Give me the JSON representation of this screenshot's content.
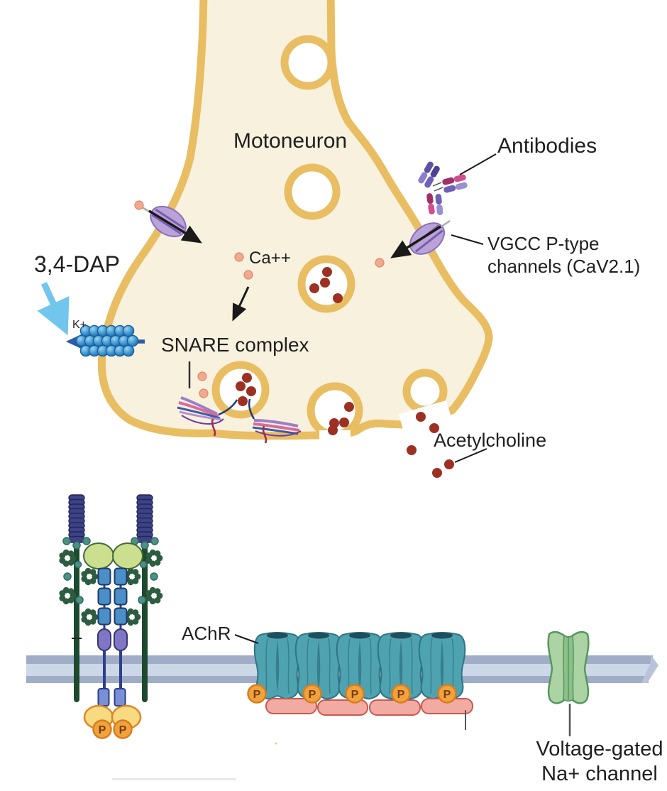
{
  "title": "Neuromuscular junction mechanism diagram",
  "labels": {
    "motoneuron": "Motoneuron",
    "antibodies": "Antibodies",
    "vgcc_line1": "VGCC  P-type",
    "vgcc_line2": "channels (CaV2.1)",
    "dap": "3,4-DAP",
    "k": "K+",
    "ca": "Ca++",
    "snare": "SNARE complex",
    "acetylcholine": "Acetylcholine",
    "achr": "AChR",
    "navg_line1": "Voltage-gated",
    "navg_line2": "Na+ channel",
    "phospho": "P"
  },
  "colors": {
    "membrane_gold": "#e9bd62",
    "cytoplasm_cream": "#f8f1de",
    "acetylcholine_dot": "#9c3123",
    "calcium_ion": "#f2a98e",
    "vgcc_purple": "#b9a3d8",
    "k_channel_blue": "#3f9ad2",
    "dap_arrow_blue": "#72c5ec",
    "k_arrow_navy": "#2b5ea7",
    "muscle_membrane_edge": "#9fadc6",
    "muscle_membrane_core": "#ccd7e8",
    "achr_teal": "#4fa3b0",
    "rapsyn_pink": "#f2aba3",
    "phospho_orange": "#f0a33c",
    "musk_kinase_yellow": "#f8da80",
    "na_channel_green": "#abd3a4",
    "agrin_navy": "#3e4286",
    "lrp4_green": "#cbdf8e",
    "rosette_green": "#2d5c40",
    "antibody_purple": "#6f5fb5",
    "antibody_magenta": "#a13068"
  }
}
